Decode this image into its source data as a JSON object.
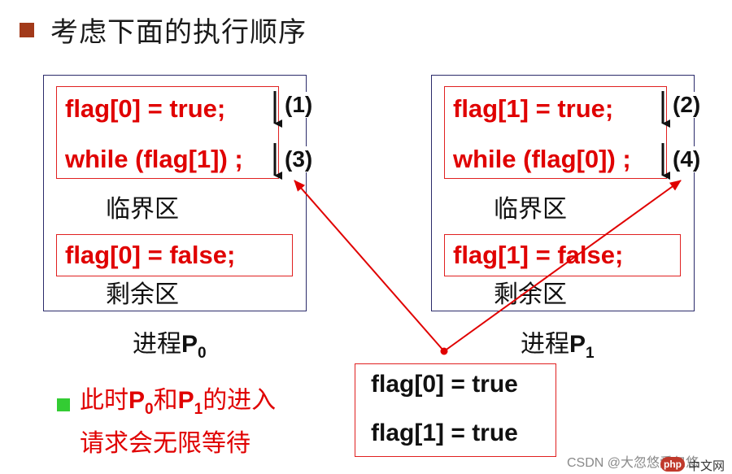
{
  "title": "考虑下面的执行顺序",
  "colors": {
    "title_bullet": "#a23a1a",
    "note_bullet": "#33cc33",
    "code": "#e00000",
    "border_red": "#e02020",
    "border_blue": "#2b2b6a"
  },
  "process0": {
    "entry_line1": "flag[0] = true;",
    "entry_line2": "while (flag[1]) ;",
    "step_a": "(1)",
    "step_b": "(3)",
    "critical_label": "临界区",
    "exit_line": "flag[0] = false;",
    "remainder_label": "剩余区",
    "name_prefix": "进程",
    "name_letter": "P",
    "name_sub": "0"
  },
  "process1": {
    "entry_line1": "flag[1] = true;",
    "entry_line2": "while (flag[0]) ;",
    "step_a": "(2)",
    "step_b": "(4)",
    "critical_label": "临界区",
    "exit_line": "flag[1] = false;",
    "remainder_label": "剩余区",
    "name_prefix": "进程",
    "name_letter": "P",
    "name_sub": "1"
  },
  "note": {
    "part1": "此时",
    "p0_letter": "P",
    "p0_sub": "0",
    "part2": "和",
    "p1_letter": "P",
    "p1_sub": "1",
    "part3": "的进入",
    "line2": "请求会无限等待"
  },
  "state": {
    "line1": "flag[0] = true",
    "line2": "flag[1] = true"
  },
  "watermark": {
    "text": "CSDN @大忽悠爱忽悠",
    "logo_letters": "php",
    "logo_text": "中文网"
  }
}
